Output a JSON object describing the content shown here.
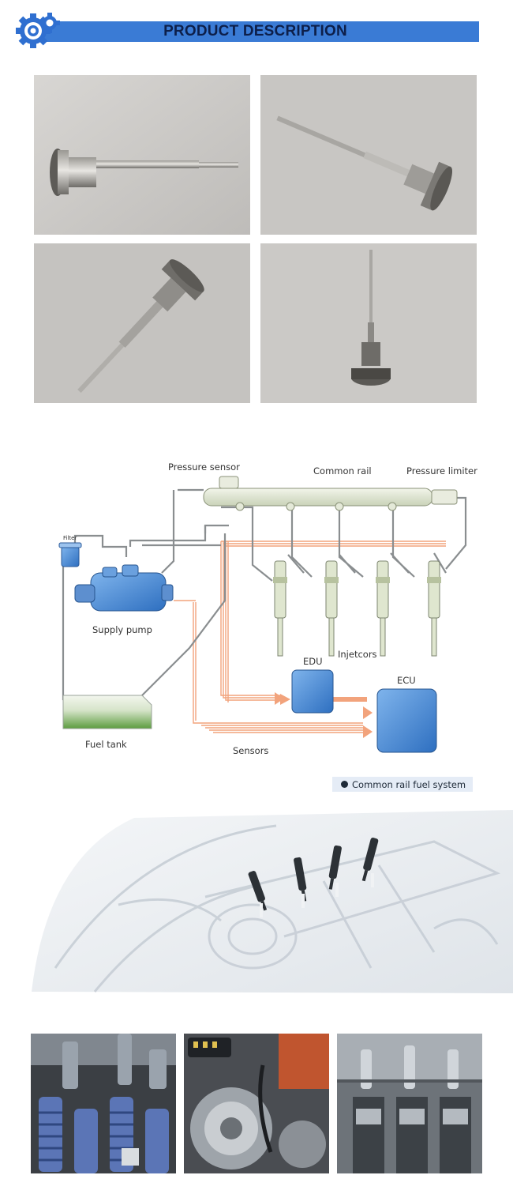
{
  "header": {
    "title": "PRODUCT DESCRIPTION",
    "icon": "gear-icon"
  },
  "product_photos": [
    {
      "name": "valve-photo-horizontal"
    },
    {
      "name": "valve-photo-diagonal-right"
    },
    {
      "name": "valve-photo-diagonal-left"
    },
    {
      "name": "valve-photo-vertical"
    }
  ],
  "diagram": {
    "labels": {
      "pressure_sensor": "Pressure sensor",
      "common_rail": "Common rail",
      "pressure_limiter": "Pressure limiter",
      "filter": "Filter",
      "supply_pump": "Supply pump",
      "injectors": "Injetcors",
      "edu": "EDU",
      "ecu": "ECU",
      "fuel_tank": "Fuel tank",
      "sensors": "Sensors"
    },
    "legend": "Common rail fuel system",
    "colors": {
      "rail": "#dfe6d2",
      "fuel_line": "#8a8e90",
      "signal_line": "#f2a37c",
      "module_blue": "#4a8fd8",
      "tank_green": "#6aa84f"
    }
  },
  "bottom_photos": [
    {
      "name": "engine-valves-photo"
    },
    {
      "name": "fuel-pump-photo"
    },
    {
      "name": "engine-cutaway-photo"
    }
  ]
}
